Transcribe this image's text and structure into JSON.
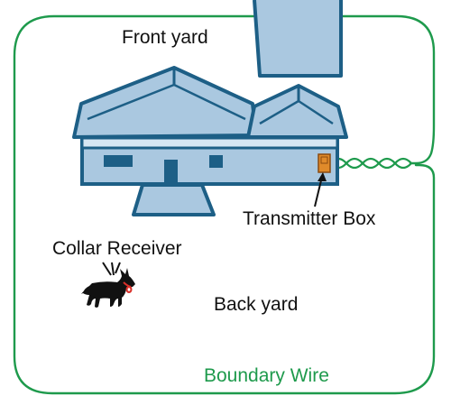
{
  "labels": {
    "front_yard": "Front yard",
    "transmitter_box": "Transmitter Box",
    "collar_receiver": "Collar Receiver",
    "back_yard": "Back yard",
    "boundary_wire": "Boundary Wire"
  },
  "colors": {
    "wire": "#1e9a4c",
    "house_outline": "#1d5f86",
    "house_fill": "#aac8e0",
    "window": "#1d5f86",
    "transmitter": "#e08a2a",
    "collar": "#d9302a",
    "dog": "#111111",
    "text": "#111111"
  },
  "icons": {
    "dog": "dog-icon",
    "transmitter": "transmitter-box-icon"
  }
}
